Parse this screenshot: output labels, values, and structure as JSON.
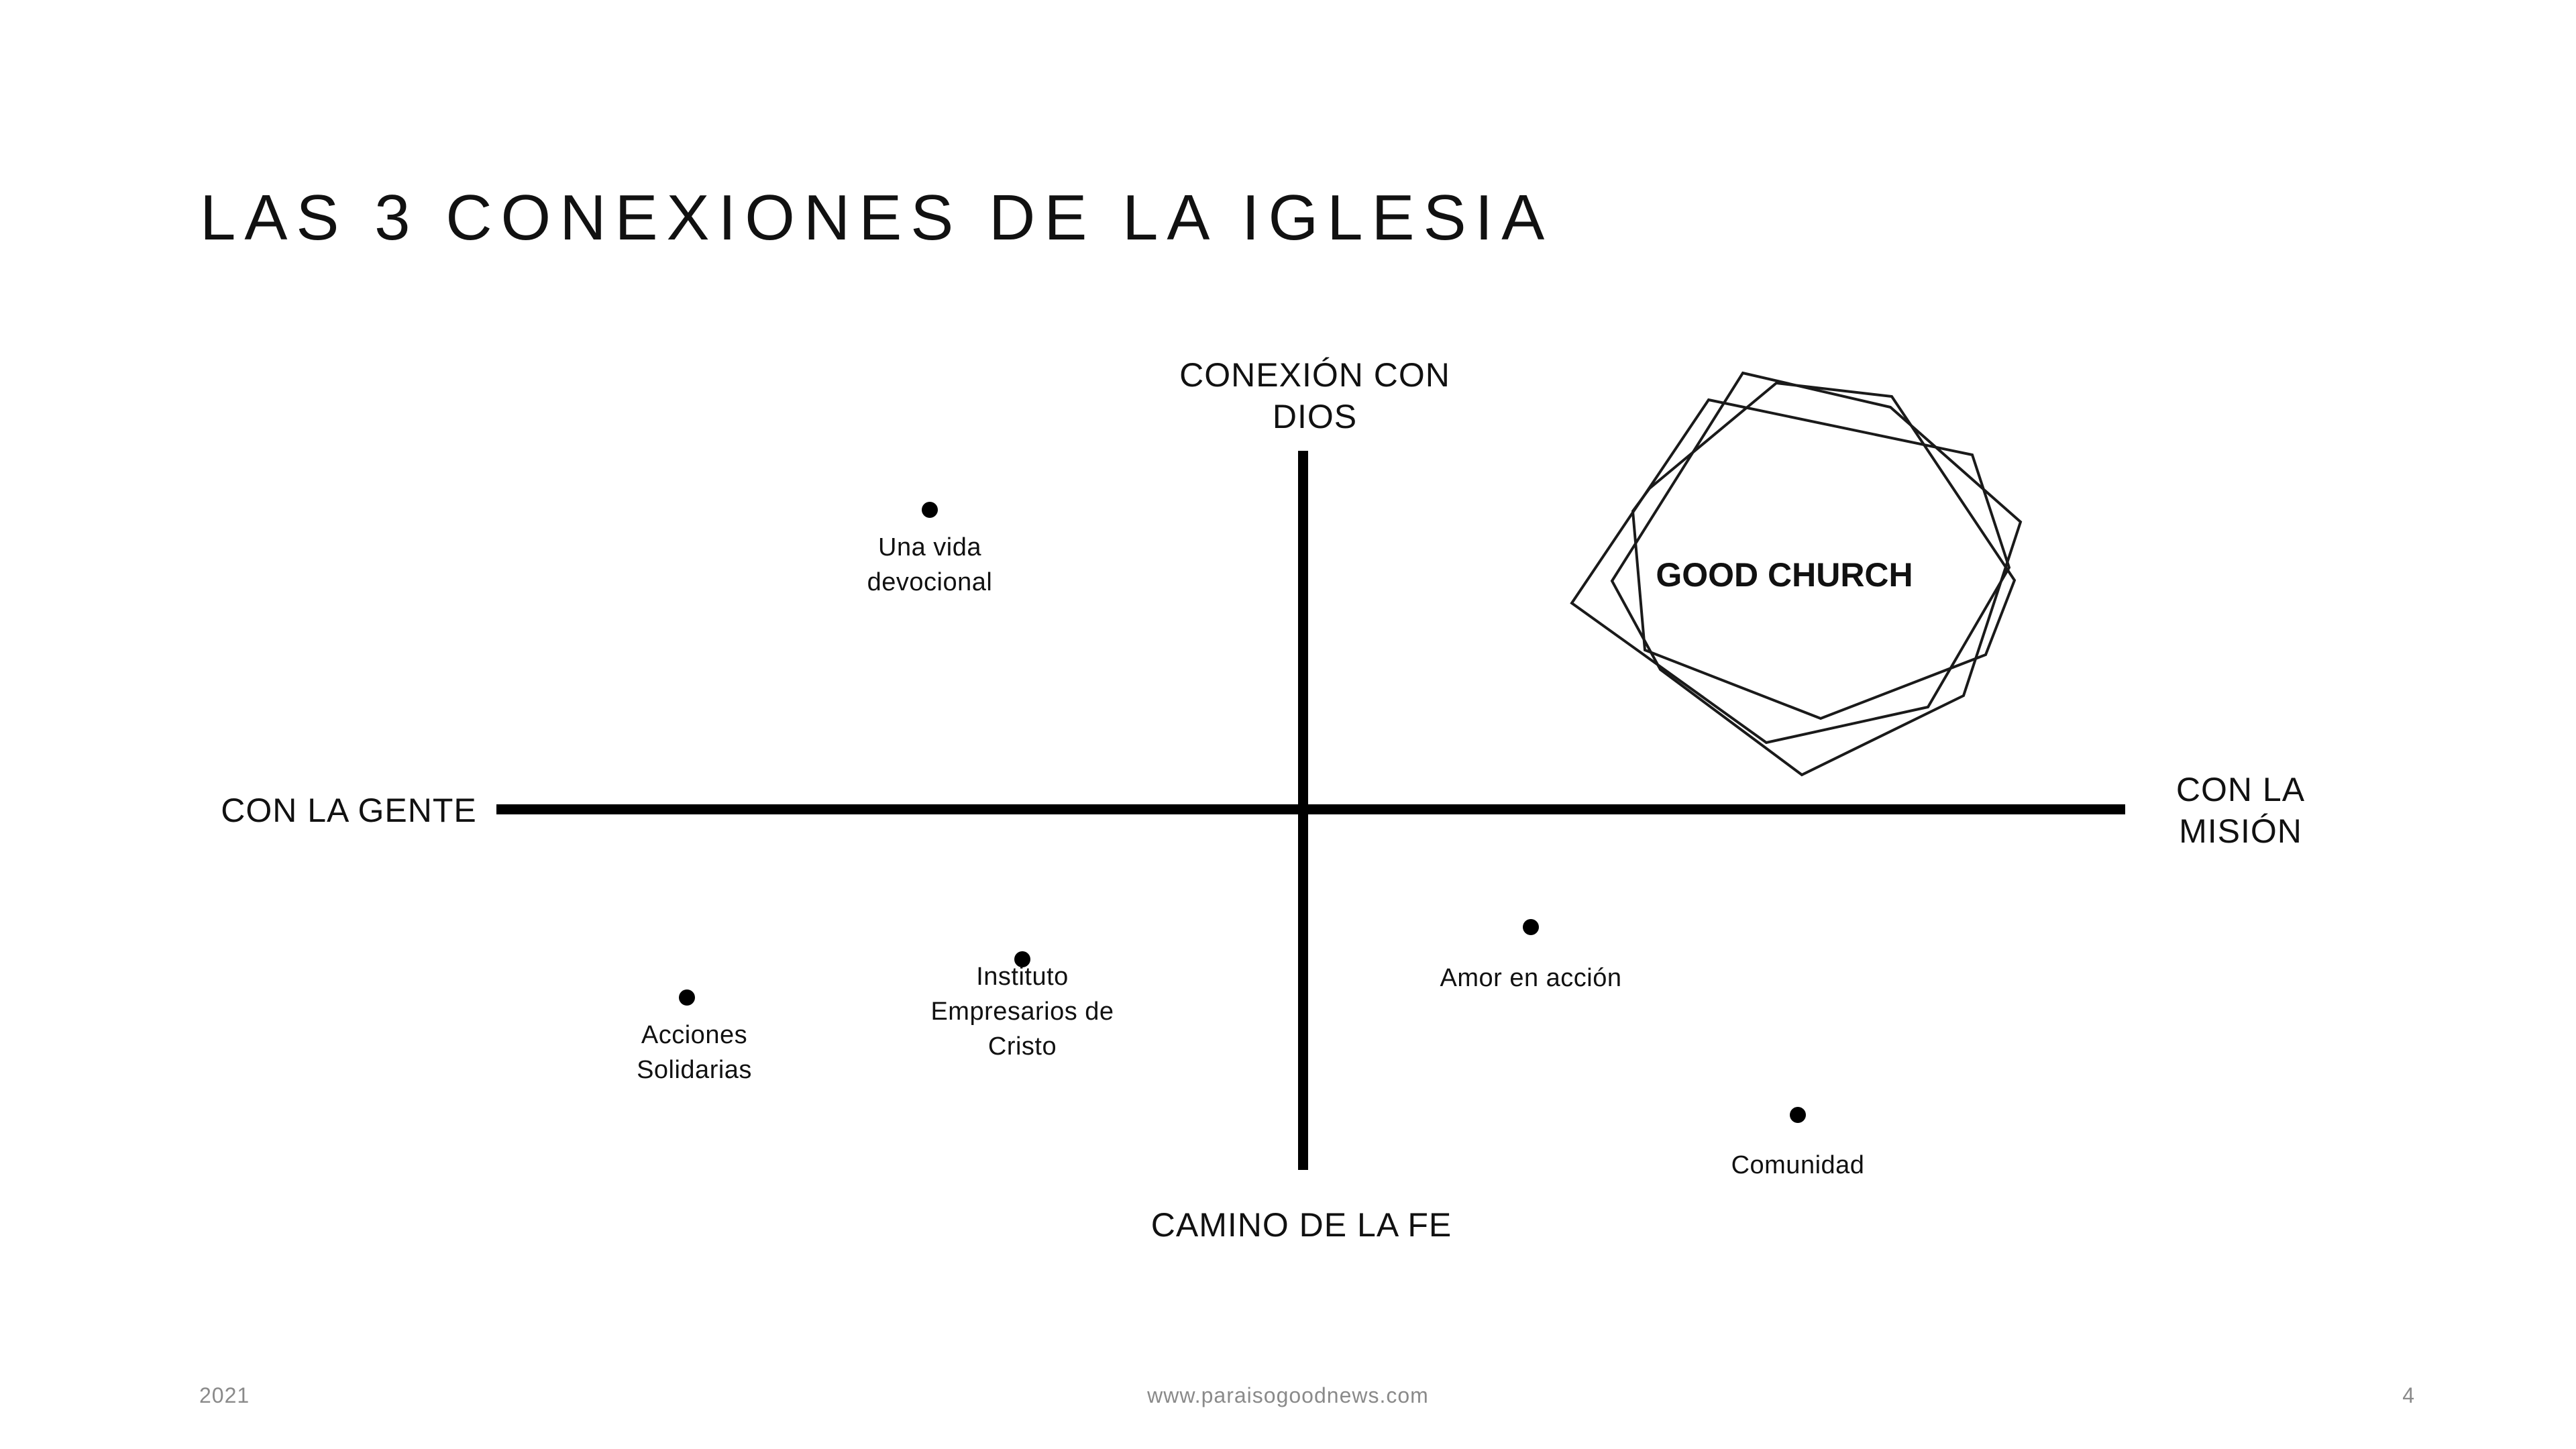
{
  "title": "LAS 3 CONEXIONES DE LA IGLESIA",
  "axes": {
    "top": [
      "CONEXIÓN CON",
      "DIOS"
    ],
    "left": "CON LA GENTE",
    "right": [
      "CON LA",
      "MISIÓN"
    ],
    "bottom": "CAMINO DE LA FE"
  },
  "logo": {
    "icon": "overlapping-polygons-logo",
    "text": "GOOD CHURCH"
  },
  "points": [
    {
      "lines": [
        "Una vida",
        "devocional"
      ]
    },
    {
      "lines": [
        "Acciones",
        "Solidarias"
      ]
    },
    {
      "lines": [
        "Instituto",
        "Empresarios de",
        "Cristo"
      ]
    },
    {
      "lines": [
        "Amor en acción"
      ]
    },
    {
      "lines": [
        "Comunidad"
      ]
    }
  ],
  "footer": {
    "year": "2021",
    "url": "www.paraisogoodnews.com",
    "page": "4"
  },
  "colors": {
    "background": "#ffffff",
    "ink": "#000000",
    "footer": "#8a8a8a"
  }
}
